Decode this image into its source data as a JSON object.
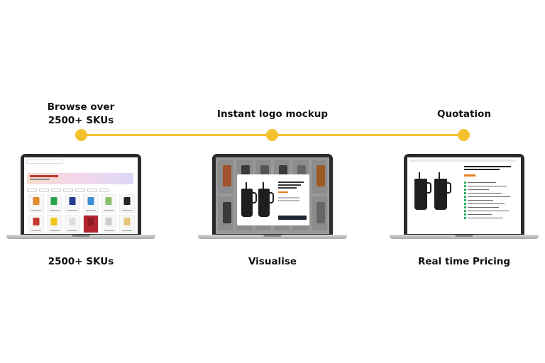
{
  "steps": [
    {
      "title_line1": "Browse over",
      "title_line2": "2500+ SKUs",
      "caption": "2500+ SKUs"
    },
    {
      "title_line1": "Instant logo mockup",
      "caption": "Visualise"
    },
    {
      "title_line1": "Quotation",
      "caption": "Real time Pricing"
    }
  ],
  "colors": {
    "accent": "#f4c22f",
    "laptop_frame": "#2a2a2a"
  }
}
